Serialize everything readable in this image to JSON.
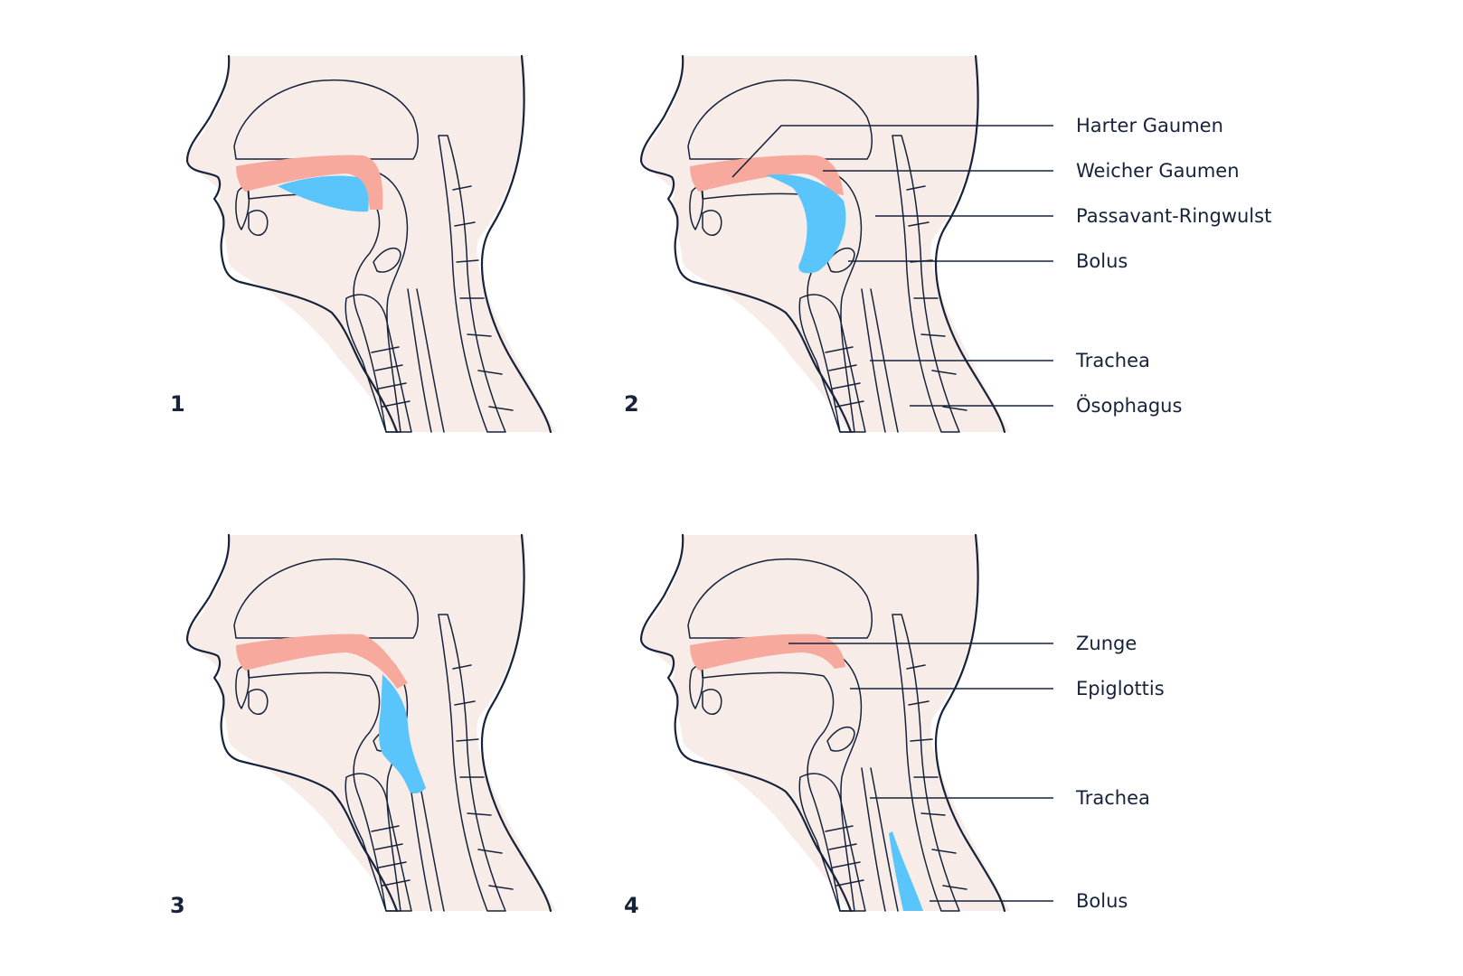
{
  "colors": {
    "skin": "#f7ece7",
    "ink": "#16233b",
    "palate": "#f6a99c",
    "bolus": "#5ac5fb",
    "cavity": "#ffffff"
  },
  "panels": [
    {
      "number": "1",
      "stage": "oral"
    },
    {
      "number": "2",
      "stage": "palate-closure"
    },
    {
      "number": "3",
      "stage": "pharyngeal"
    },
    {
      "number": "4",
      "stage": "esophageal"
    }
  ],
  "labels_top": [
    "Harter Gaumen",
    "Weicher Gaumen",
    "Passavant-Ringwulst",
    "Bolus",
    "Trachea",
    "Ösophagus"
  ],
  "labels_bottom": [
    "Zunge",
    "Epiglottis",
    "Trachea",
    "Bolus"
  ]
}
